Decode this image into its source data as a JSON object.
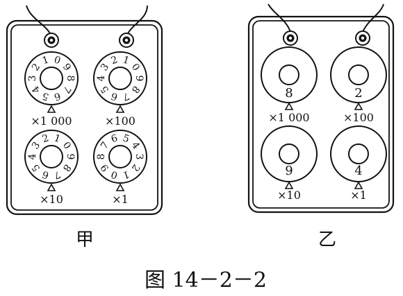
{
  "panel_jia": {
    "label": "甲",
    "dials": [
      {
        "multiplier": "×1 000",
        "digits": [
          "0",
          "9",
          "8",
          "7",
          "6",
          "5",
          "4",
          "3",
          "2",
          "1"
        ]
      },
      {
        "multiplier": "×100",
        "digits": [
          "1",
          "0",
          "9",
          "8",
          "7",
          "6",
          "5",
          "4",
          "3",
          "2"
        ]
      },
      {
        "multiplier": "×10",
        "digits": [
          "1",
          "0",
          "9",
          "8",
          "7",
          "6",
          "5",
          "4",
          "3",
          "2"
        ]
      },
      {
        "multiplier": "×1",
        "digits": [
          "5",
          "4",
          "3",
          "2",
          "1",
          "0",
          "9",
          "8",
          "7",
          "6"
        ]
      }
    ]
  },
  "panel_yi": {
    "label": "乙",
    "dials": [
      {
        "multiplier": "×1 000",
        "value": "8"
      },
      {
        "multiplier": "×100",
        "value": "2"
      },
      {
        "multiplier": "×10",
        "value": "9"
      },
      {
        "multiplier": "×1",
        "value": "4"
      }
    ]
  },
  "caption": "图 14－2－2",
  "colors": {
    "ink": "#111111",
    "paper": "#ffffff"
  }
}
